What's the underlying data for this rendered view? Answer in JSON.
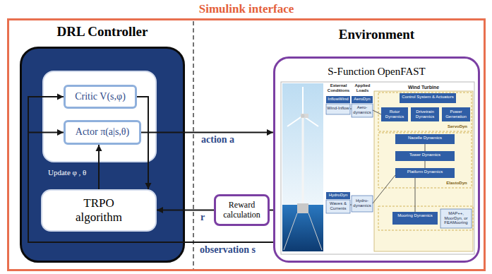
{
  "diagram": {
    "nodes": [
      {
        "text": [
          "Simulink interface"
        ]
      },
      {
        "text": [
          "DRL Controller"
        ],
        "in": 0
      },
      {
        "text": [
          "Critic V(s,φ)"
        ],
        "in": 1
      },
      {
        "text": [
          "Actor π(a|s,θ)"
        ],
        "in": 1
      },
      {
        "text": [
          "TRPO algorithm"
        ],
        "in": 1
      },
      {
        "text": [
          "Environment",
          "S-Function OpenFAST"
        ],
        "in": 0
      },
      {
        "text": [
          "Reward calculation"
        ],
        "in": 0
      }
    ],
    "edges": [
      {
        "from": 3,
        "to": 5,
        "arrow": "to",
        "label": "action a"
      },
      {
        "from": 2,
        "to": 4,
        "arrow": "to"
      },
      {
        "from": 4,
        "to": 3,
        "arrow": "to",
        "label": "Update φ , θ"
      },
      {
        "from": 5,
        "to": 6,
        "arrow": "none"
      },
      {
        "from": 6,
        "to": 4,
        "arrow": "to",
        "label": "r"
      },
      {
        "from": 5,
        "to": 2,
        "arrow": "to",
        "label": "observation s"
      },
      {
        "from": 5,
        "to": 3,
        "arrow": "to"
      }
    ],
    "labels": [
      "External Conditions",
      "Applied Loads",
      "Wind Turbine",
      "InflowWind",
      "Wind-Inflow",
      "AeroDyn",
      "Aero-dynamics",
      "Control System & Actuators",
      "Rotor Dynamics",
      "Drivetrain Dynamics",
      "Power Generation",
      "ServoDyn",
      "Nacelle Dynamics",
      "Tower Dynamics",
      "Platform Dynamics",
      "ElastoDyn",
      "HydroDyn",
      "Waves & Currents",
      "Hydro-dynamics",
      "Mooring Dynamics",
      "MAP++, MoorDyn, or FEAMooring"
    ]
  }
}
